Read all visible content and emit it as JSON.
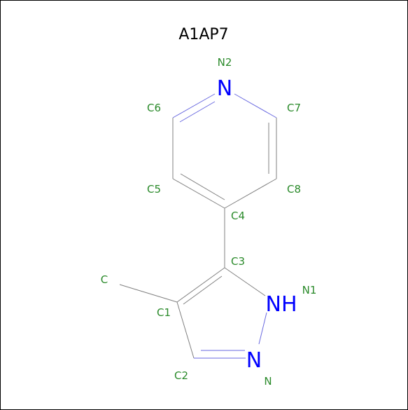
{
  "title": "A1AP7",
  "colors": {
    "label": "#2a8a2a",
    "heteroatom": "#0000ff",
    "bond": "#808080",
    "bond_to_nitrogen": "#6a6ae0",
    "frame": "#000000"
  },
  "hetero_atoms": [
    {
      "id": "n2-symbol",
      "text": "N"
    },
    {
      "id": "n1-symbol",
      "text": "NH"
    },
    {
      "id": "n-symbol",
      "text": "N"
    }
  ],
  "atom_labels": [
    {
      "id": "n2",
      "text": "N2"
    },
    {
      "id": "c6",
      "text": "C6"
    },
    {
      "id": "c7",
      "text": "C7"
    },
    {
      "id": "c5",
      "text": "C5"
    },
    {
      "id": "c8",
      "text": "C8"
    },
    {
      "id": "c4",
      "text": "C4"
    },
    {
      "id": "c3",
      "text": "C3"
    },
    {
      "id": "c",
      "text": "C"
    },
    {
      "id": "n1",
      "text": "N1"
    },
    {
      "id": "c1",
      "text": "C1"
    },
    {
      "id": "c2",
      "text": "C2"
    },
    {
      "id": "n",
      "text": "N"
    }
  ]
}
